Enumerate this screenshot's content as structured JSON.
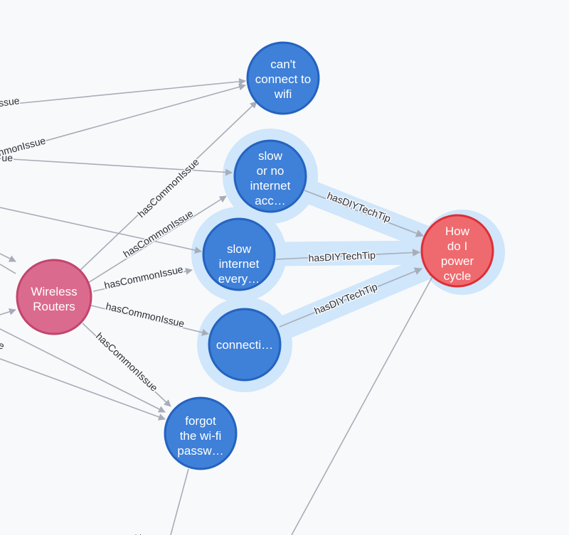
{
  "colors": {
    "issue_fill": "#3f80d8",
    "issue_stroke": "#2463bf",
    "product_fill": "#db6b8e",
    "product_stroke": "#c2456d",
    "tip_fill": "#ef6a6e",
    "tip_stroke": "#dc2f36",
    "halo": "#cfe6fb",
    "edge": "#a7adb8"
  },
  "nodes": {
    "wifi": {
      "lines": [
        "can't",
        "connect to",
        "wifi"
      ]
    },
    "slow_access": {
      "lines": [
        "slow",
        "or no",
        "internet",
        "acc…"
      ]
    },
    "slow_everywhere": {
      "lines": [
        "slow",
        "internet",
        "every…"
      ]
    },
    "connection": {
      "lines": [
        "connecti…"
      ]
    },
    "forgot_password": {
      "lines": [
        "forgot",
        "the wi-fi",
        "passw…"
      ]
    },
    "routers": {
      "lines": [
        "Wireless",
        "Routers"
      ]
    },
    "power_cycle": {
      "lines": [
        "How",
        "do I",
        "power",
        "cycle"
      ]
    }
  },
  "edge_labels": {
    "common_issue": "hasCommonIssue",
    "diy_tip": "hasDIYTechTip",
    "partial_issue": "ssue",
    "partial_monissue": "onmonIssue",
    "partial_ue": "ue",
    "partial_e": "e",
    "partial_nt": "nt"
  }
}
